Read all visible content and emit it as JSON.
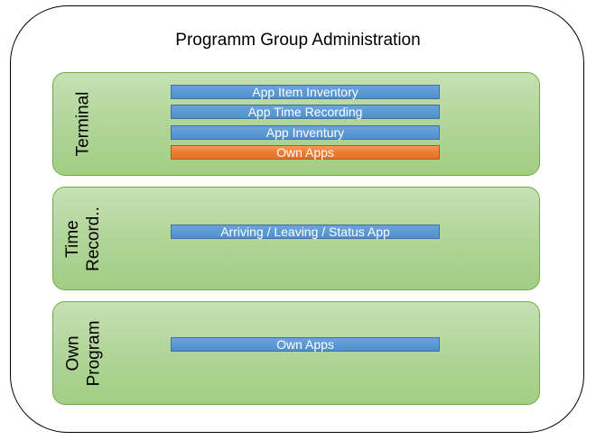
{
  "title": "Programm Group Administration",
  "groups": [
    {
      "label": "Terminal",
      "apps": [
        {
          "label": "App Item Inventory",
          "color": "#5b9bd5"
        },
        {
          "label": "App Time Recording",
          "color": "#5b9bd5"
        },
        {
          "label": "App Inventury",
          "color": "#5b9bd5"
        },
        {
          "label": "Own Apps",
          "color": "#ed7d31"
        }
      ]
    },
    {
      "label": "Time\nRecord..",
      "apps": [
        {
          "label": "Arriving / Leaving / Status App",
          "color": "#5b9bd5"
        }
      ]
    },
    {
      "label": "Own\nProgram",
      "apps": [
        {
          "label": "Own Apps",
          "color": "#5b9bd5"
        }
      ]
    }
  ],
  "colors": {
    "group_fill": "#a9d18e",
    "group_border": "#70ad47",
    "app_blue": "#5b9bd5",
    "app_orange": "#ed7d31"
  }
}
